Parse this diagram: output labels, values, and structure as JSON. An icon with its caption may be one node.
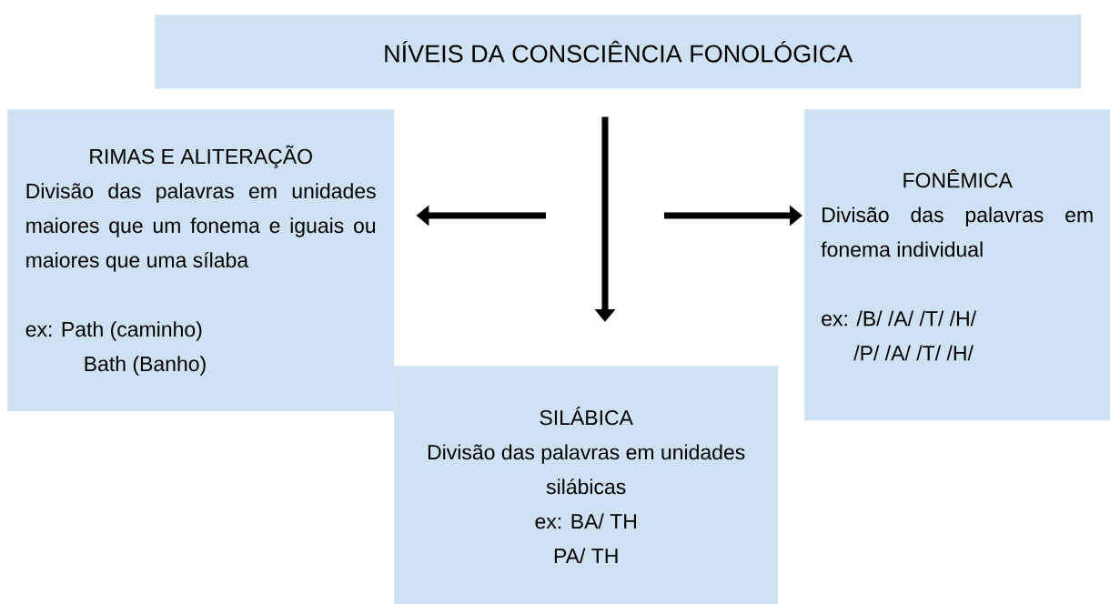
{
  "diagram": {
    "nodes": [
      {
        "text": [
          "NÍVEIS DA CONSCIÊNCIA FONOLÓGICA"
        ]
      },
      {
        "text": [
          "RIMAS E ALITERAÇÃO",
          "Divisão das palavras em unidades maiores que um fonema e iguais ou maiores que uma sílaba",
          "ex: Path (caminho)",
          "Bath (Banho)"
        ]
      },
      {
        "text": [
          "SILÁBICA",
          "Divisão das palavras em unidades silábicas",
          "ex: BA/ TH",
          "PA/ TH"
        ]
      },
      {
        "text": [
          "FONÊMICA",
          "Divisão das palavras em fonema individual",
          "ex: /B/ /A/ /T/ /H/",
          "/P/ /A/ /T/ /H/"
        ]
      }
    ],
    "edges": [
      {
        "from": 0,
        "to": 2,
        "arrow": "to"
      },
      {
        "from": null,
        "to": 1,
        "arrow": "to"
      },
      {
        "from": null,
        "to": 3,
        "arrow": "to"
      }
    ]
  }
}
